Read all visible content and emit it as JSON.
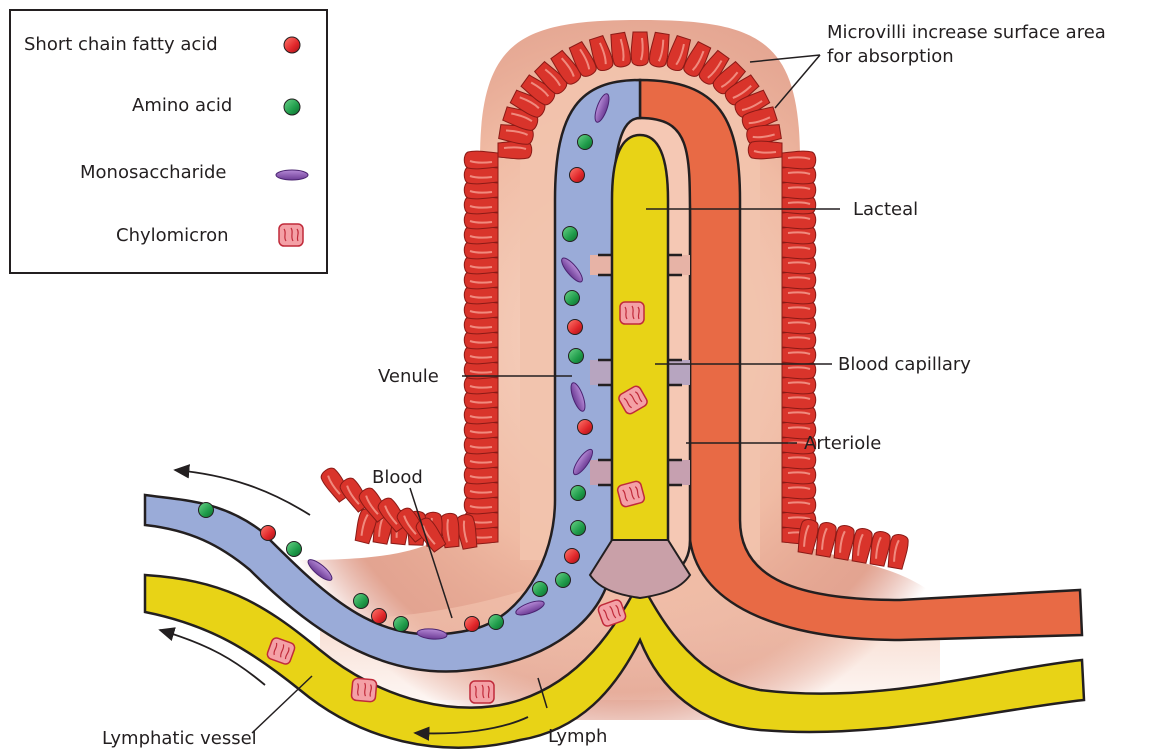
{
  "legend": {
    "items": [
      {
        "label": "Short chain fatty acid",
        "icon": "red-sphere-icon"
      },
      {
        "label": "Amino acid",
        "icon": "green-sphere-icon"
      },
      {
        "label": "Monosaccharide",
        "icon": "purple-ellipse-icon"
      },
      {
        "label": "Chylomicron",
        "icon": "chylomicron-icon"
      }
    ]
  },
  "labels": {
    "microvilli_line1": "Microvilli increase surface area",
    "microvilli_line2": "for absorption",
    "lacteal": "Lacteal",
    "blood_capillary": "Blood capillary",
    "venule": "Venule",
    "arteriole": "Arteriole",
    "blood": "Blood",
    "lymphatic_vessel": "Lymphatic vessel",
    "lymph": "Lymph"
  },
  "colors": {
    "venule_blue": "#9aabd8",
    "arteriole_orange": "#e86a45",
    "lacteal_yellow": "#e8d316",
    "microvilli_red": "#d9342b",
    "tissue_pink": "#f2c3ad",
    "fatty_acid_red": "#e0262a",
    "amino_acid_green": "#1f9c4a",
    "monosaccharide_purple": "#8a55b3",
    "chylomicron_pink": "#f4a0a6"
  }
}
